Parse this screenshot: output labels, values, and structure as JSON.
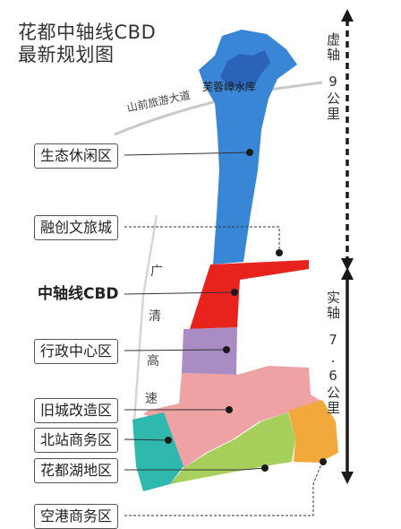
{
  "title": {
    "line1": "花都中轴线CBD",
    "line2": "最新规划图"
  },
  "map_labels": {
    "reservoir": "芙蓉嶂水库",
    "road_shanqian": "山前旅游大道",
    "expressway_chars": [
      "广",
      "清",
      "高",
      "速"
    ]
  },
  "zones": [
    {
      "id": "eco",
      "label": "生态休闲区",
      "color": "#3a86d6",
      "bold": false
    },
    {
      "id": "sunac",
      "label": "融创文旅城",
      "color": "#3a86d6",
      "bold": false
    },
    {
      "id": "cbd",
      "label": "中轴线CBD",
      "color": "#e8231e",
      "bold": true
    },
    {
      "id": "admin",
      "label": "行政中心区",
      "color": "#a98cc3",
      "bold": false
    },
    {
      "id": "oldtown",
      "label": "旧城改造区",
      "color": "#eea2a4",
      "bold": false
    },
    {
      "id": "northstation",
      "label": "北站商务区",
      "color": "#2fb8ad",
      "bold": false
    },
    {
      "id": "lake",
      "label": "花都湖地区",
      "color": "#a6cf5c",
      "bold": false
    },
    {
      "id": "airport",
      "label": "空港商务区",
      "color": "#f2a93c",
      "bold": false
    }
  ],
  "axis": {
    "virtual": {
      "name": "虚轴",
      "length": "9公里"
    },
    "real": {
      "name": "实轴",
      "length": "7.6公里"
    }
  },
  "colors": {
    "arrow": "#1a1a1a",
    "leader": "#333333",
    "road": "#bbbbbb"
  }
}
